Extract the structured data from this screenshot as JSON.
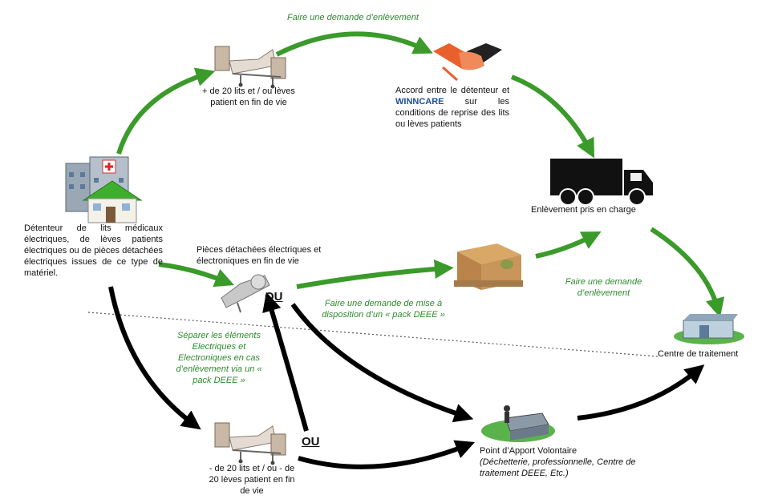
{
  "labels": {
    "demande_top": "Faire une demande d’enlèvement",
    "lits_plus20": "+ de 20 lits et / ou lèves patient en fin de vie",
    "accord_part1": "Accord entre le détenteur et",
    "accord_brand": "WINNCARE",
    "accord_part2": "sur les conditions de reprise des lits ou lèves patients",
    "enlevement": "Enlèvement pris en charge",
    "detenteur": "Détenteur de lits médicaux électriques, de lèves patients électriques ou de pièces détachées électriques issues de ce type de matériel.",
    "pieces": "Pièces détachées électriques et électroniques en fin de vie",
    "ou_top": "OU",
    "mise_dispo": "Faire une demande de mise à disposition d’un « pack DEEE »",
    "demande_right": "Faire une demande d’enlèvement",
    "separer": "Séparer les éléments Electriques et Electroniques en cas d’enlèvement via un « pack DEEE »",
    "centre": "Centre de traitement",
    "ou_bottom": "OU",
    "lits_minus20": "- de 20 lits et / ou - de 20 lèves patient en fin de vie",
    "pav_title": "Point d’Apport Volontaire",
    "pav_sub": "(Déchetterie, professionnelle, Centre de traitement DEEE, Etc.)"
  },
  "colors": {
    "green_arrow": "#3a9a2a",
    "black_arrow": "#000000",
    "green_text": "#2e8b2e",
    "brand_blue": "#1b4f9c"
  },
  "icons": {
    "hospital": "hospital-house-icon",
    "bed_top": "medical-bed-icon",
    "handshake": "handshake-icon",
    "truck": "truck-icon",
    "pieces": "electronic-parts-icon",
    "pack": "cardboard-box-pallet-icon",
    "centre": "treatment-center-icon",
    "bed_bottom": "medical-bed-icon",
    "pav": "drop-off-point-icon"
  }
}
